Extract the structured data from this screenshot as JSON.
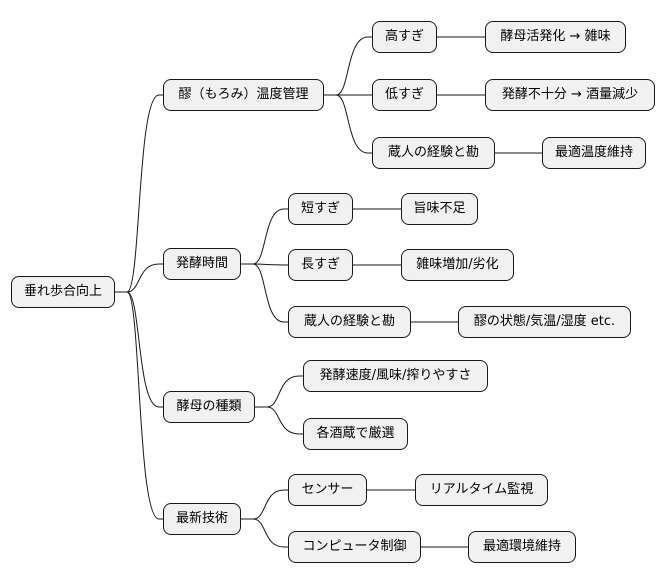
{
  "mindmap": {
    "root": "垂れ歩合向上",
    "branches": [
      {
        "label": "醪（もろみ）温度管理",
        "children": [
          {
            "label": "高すぎ",
            "detail": "酵母活発化 → 雑味"
          },
          {
            "label": "低すぎ",
            "detail": "発酵不十分 → 酒量減少"
          },
          {
            "label": "蔵人の経験と勘",
            "detail": "最適温度維持"
          }
        ]
      },
      {
        "label": "発酵時間",
        "children": [
          {
            "label": "短すぎ",
            "detail": "旨味不足"
          },
          {
            "label": "長すぎ",
            "detail": "雑味増加/劣化"
          },
          {
            "label": "蔵人の経験と勘",
            "detail": "醪の状態/気温/湿度 etc."
          }
        ]
      },
      {
        "label": "酵母の種類",
        "children": [
          {
            "label": "発酵速度/風味/搾りやすさ"
          },
          {
            "label": "各酒蔵で厳選"
          }
        ]
      },
      {
        "label": "最新技術",
        "children": [
          {
            "label": "センサー",
            "detail": "リアルタイム監視"
          },
          {
            "label": "コンピュータ制御",
            "detail": "最適環境維持"
          }
        ]
      }
    ]
  }
}
